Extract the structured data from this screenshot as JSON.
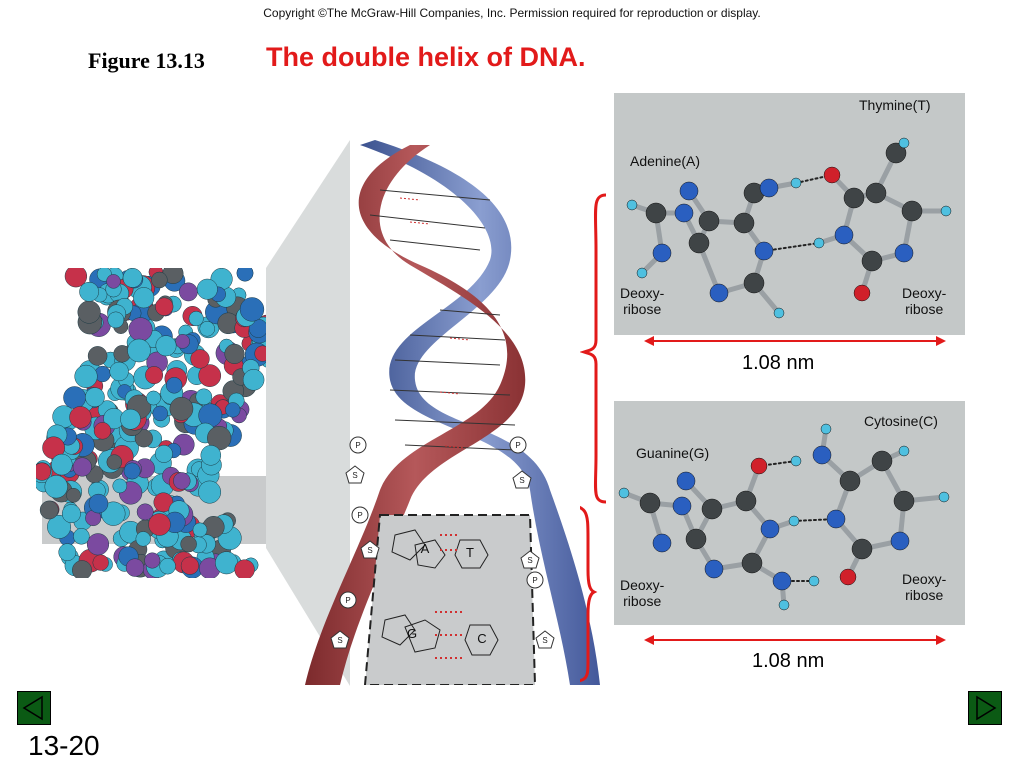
{
  "header": {
    "copyright": "Copyright ©The McGraw-Hill Companies, Inc.  Permission required for reproduction or display.",
    "figure_label": "Figure 13.13",
    "figure_title": "The double helix of DNA."
  },
  "slide": {
    "number": "13-20"
  },
  "pair_top": {
    "left_base": "Adenine(A)",
    "right_base": "Thymine(T)",
    "left_sugar": "Deoxy-\nribose",
    "right_sugar": "Deoxy-\nribose",
    "width": "1.08 nm"
  },
  "pair_bottom": {
    "left_base": "Guanine(G)",
    "right_base": "Cytosine(C)",
    "left_sugar": "Deoxy-\nribose",
    "right_sugar": "Deoxy-\nribose",
    "width": "1.08 nm"
  },
  "helix_labels": {
    "phosphate": "P",
    "sugar": "S",
    "base_a": "A",
    "base_t": "T",
    "base_g": "G",
    "base_c": "C"
  },
  "colors": {
    "title": "#e21a1a",
    "strand_red": "#9c3b3d",
    "strand_blue": "#4f67a8",
    "nav": "#0b5a14",
    "bracket": "#e21a1a"
  },
  "icons": {
    "prev": "triangle-left-icon",
    "next": "triangle-right-icon"
  }
}
